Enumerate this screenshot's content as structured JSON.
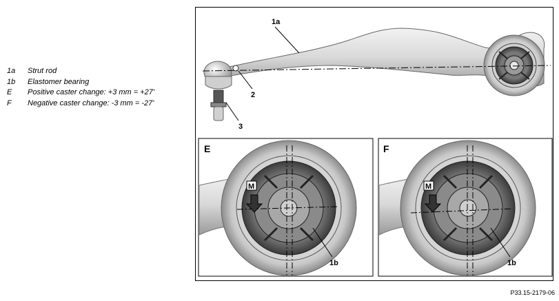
{
  "legend": [
    {
      "key": "1a",
      "text": "Strut rod"
    },
    {
      "key": "1b",
      "text": "Elastomer bearing"
    },
    {
      "key": "E",
      "text": "Positive caster change: +3 mm = +27'"
    },
    {
      "key": "F",
      "text": "Negative caster change: -3 mm = -27'"
    }
  ],
  "callouts": {
    "strut_rod": "1a",
    "ball_joint": "2",
    "stud": "3",
    "panel_e_letter": "E",
    "panel_f_letter": "F",
    "panel_e_mark": "M",
    "panel_f_mark": "M",
    "panel_e_bearing": "1b",
    "panel_f_bearing": "1b"
  },
  "figure_ref": "P33.15-2179-06"
}
